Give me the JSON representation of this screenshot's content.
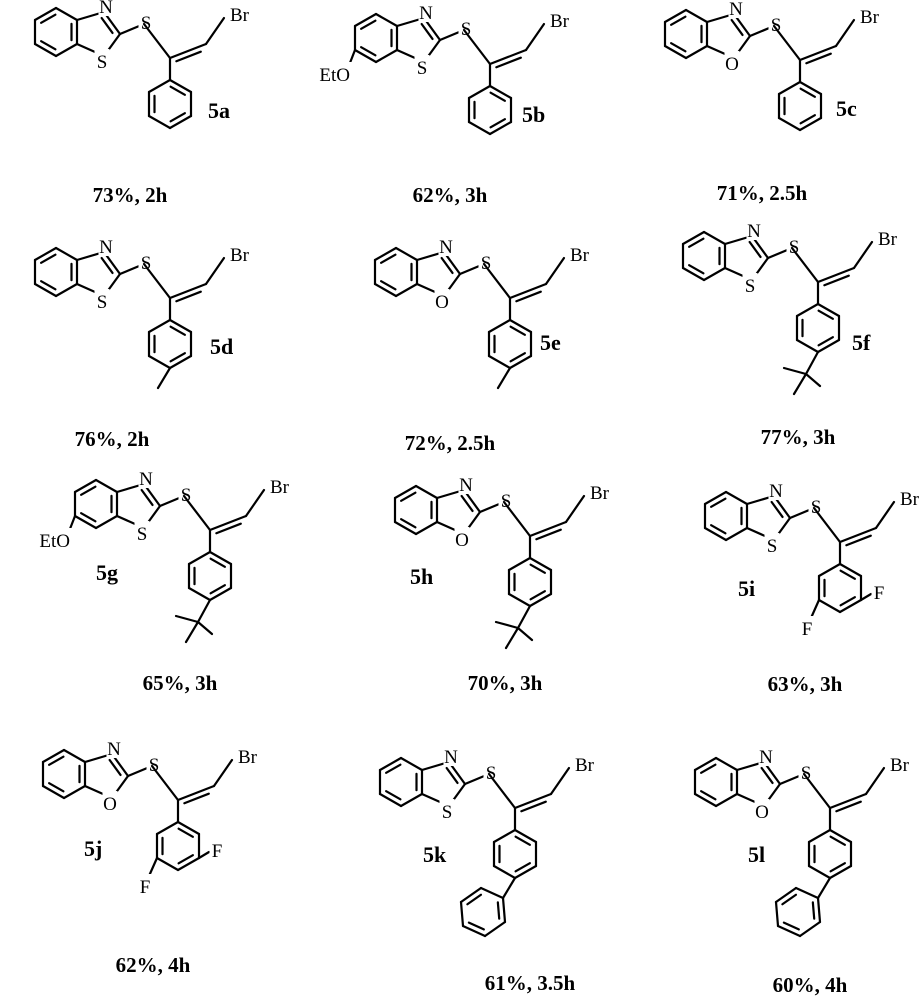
{
  "compounds": [
    {
      "id": "5a",
      "ring": "benzothiazole",
      "ring_sub": "",
      "aryl": "phenyl",
      "yield": "73%, 2h"
    },
    {
      "id": "5b",
      "ring": "benzothiazole",
      "ring_sub": "EtO",
      "aryl": "phenyl",
      "yield": "62%, 3h"
    },
    {
      "id": "5c",
      "ring": "benzoxazole",
      "ring_sub": "",
      "aryl": "phenyl",
      "yield": "71%, 2.5h"
    },
    {
      "id": "5d",
      "ring": "benzothiazole",
      "ring_sub": "",
      "aryl": "4-methylphenyl",
      "yield": "76%, 2h"
    },
    {
      "id": "5e",
      "ring": "benzoxazole",
      "ring_sub": "",
      "aryl": "4-methylphenyl",
      "yield": "72%, 2.5h"
    },
    {
      "id": "5f",
      "ring": "benzothiazole",
      "ring_sub": "",
      "aryl": "4-tert-butylphenyl",
      "yield": "77%, 3h"
    },
    {
      "id": "5g",
      "ring": "benzothiazole",
      "ring_sub": "EtO",
      "aryl": "4-tert-butylphenyl",
      "yield": "65%, 3h"
    },
    {
      "id": "5h",
      "ring": "benzoxazole",
      "ring_sub": "",
      "aryl": "4-tert-butylphenyl",
      "yield": "70%, 3h"
    },
    {
      "id": "5i",
      "ring": "benzothiazole",
      "ring_sub": "",
      "aryl": "2,4-difluorophenyl",
      "yield": "63%, 3h"
    },
    {
      "id": "5j",
      "ring": "benzoxazole",
      "ring_sub": "",
      "aryl": "2,4-difluorophenyl",
      "yield": "62%, 4h"
    },
    {
      "id": "5k",
      "ring": "benzothiazole",
      "ring_sub": "",
      "aryl": "4-biphenyl",
      "yield": "61%, 3.5h"
    },
    {
      "id": "5l",
      "ring": "benzoxazole",
      "ring_sub": "",
      "aryl": "4-biphenyl",
      "yield": "60%, 4h"
    }
  ],
  "atoms": {
    "N": "N",
    "S": "S",
    "O": "O",
    "Br": "Br",
    "F": "F",
    "EtO": "EtO"
  }
}
